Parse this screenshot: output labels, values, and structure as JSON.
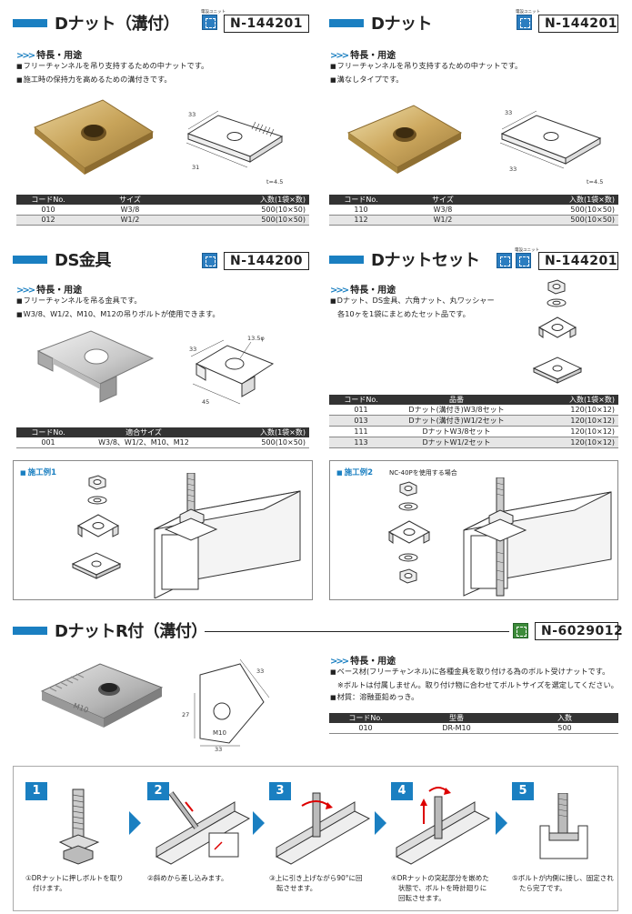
{
  "sections": {
    "d_nut_groove": {
      "title": "Dナット（溝付）",
      "code": "N-144201",
      "icon_label": "電設ユニット",
      "feature_heading": "特長・用途",
      "features": [
        "フリーチャンネルを吊り支持するための中ナットです。",
        "施工時の保持力を高めるための溝付きです。"
      ],
      "dims": {
        "a": "33",
        "b": "31",
        "t": "t=4.5"
      },
      "table": {
        "headers": [
          "コードNo.",
          "サイズ",
          "入数(1袋×数)"
        ],
        "rows": [
          [
            "010",
            "W3/8",
            "500(10×50)"
          ],
          [
            "012",
            "W1/2",
            "500(10×50)"
          ]
        ]
      }
    },
    "d_nut": {
      "title": "Dナット",
      "code": "N-144201",
      "icon_label": "電設ユニット",
      "feature_heading": "特長・用途",
      "features": [
        "フリーチャンネルを吊り支持するための中ナットです。",
        "溝なしタイプです。"
      ],
      "dims": {
        "a": "33",
        "b": "33",
        "t": "t=4.5"
      },
      "table": {
        "headers": [
          "コードNo.",
          "サイズ",
          "入数(1袋×数)"
        ],
        "rows": [
          [
            "110",
            "W3/8",
            "500(10×50)"
          ],
          [
            "112",
            "W1/2",
            "500(10×50)"
          ]
        ]
      }
    },
    "ds_fitting": {
      "title": "DS金具",
      "code": "N-144200",
      "feature_heading": "特長・用途",
      "features": [
        "フリーチャンネルを吊る金具です。",
        "W3/8、W1/2、M10、M12の吊りボルトが使用できます。"
      ],
      "dims": {
        "hole": "13.5φ",
        "a": "33",
        "b": "45"
      },
      "table": {
        "headers": [
          "コードNo.",
          "適合サイズ",
          "入数(1袋×数)"
        ],
        "rows": [
          [
            "001",
            "W3/8、W1/2、M10、M12",
            "500(10×50)"
          ]
        ]
      }
    },
    "d_nut_set": {
      "title": "Dナットセット",
      "code": "N-144201",
      "icon_label": "電設ユニット",
      "feature_heading": "特長・用途",
      "features": [
        "Dナット、DS金具、六角ナット、丸ワッシャー",
        "各10ヶを1袋にまとめたセット品です。"
      ],
      "table": {
        "headers": [
          "コードNo.",
          "品番",
          "入数(1袋×数)"
        ],
        "rows": [
          [
            "011",
            "Dナット(溝付き)W3/8セット",
            "120(10×12)"
          ],
          [
            "013",
            "Dナット(溝付き)W1/2セット",
            "120(10×12)"
          ],
          [
            "111",
            "DナットW3/8セット",
            "120(10×12)"
          ],
          [
            "113",
            "DナットW1/2セット",
            "120(10×12)"
          ]
        ]
      }
    },
    "example1": {
      "title": "施工例1"
    },
    "example2": {
      "title": "施工例2",
      "note": "NC-40Pを使用する場合"
    },
    "d_nut_r": {
      "title": "DナットR付（溝付）",
      "code": "N-6029012",
      "feature_heading": "特長・用途",
      "features": [
        "ベース材(フリーチャンネル)に各種金具を取り付ける為のボルト受けナットです。",
        "※ボルトは付属しません。取り付け物に合わせてボルトサイズを選定してください。",
        "材質：溶融亜鉛めっき。"
      ],
      "dims": {
        "a": "33",
        "b": "27",
        "c": "33",
        "mark": "M10"
      },
      "table": {
        "headers": [
          "コードNo.",
          "型番",
          "入数"
        ],
        "rows": [
          [
            "010",
            "DR-M10",
            "500"
          ]
        ]
      }
    }
  },
  "steps": [
    {
      "num": "1",
      "caption_1": "①DRナットに押しボルトを取り",
      "caption_2": "付けます。"
    },
    {
      "num": "2",
      "caption_1": "②斜めから差し込みます。",
      "caption_2": ""
    },
    {
      "num": "3",
      "caption_1": "③上に引き上げながら90°に回",
      "caption_2": "転させます。"
    },
    {
      "num": "4",
      "caption_1": "④DRナットの突起部分を嵌めた",
      "caption_2": "状態で、ボルトを時計廻りに",
      "caption_3": "回転させます。"
    },
    {
      "num": "5",
      "caption_1": "⑤ボルトが内側に接し、固定され",
      "caption_2": "たら完了です。"
    }
  ],
  "colors": {
    "accent": "#1a7fc1",
    "header_dark": "#333333",
    "row_alt": "#e6e6e6"
  }
}
